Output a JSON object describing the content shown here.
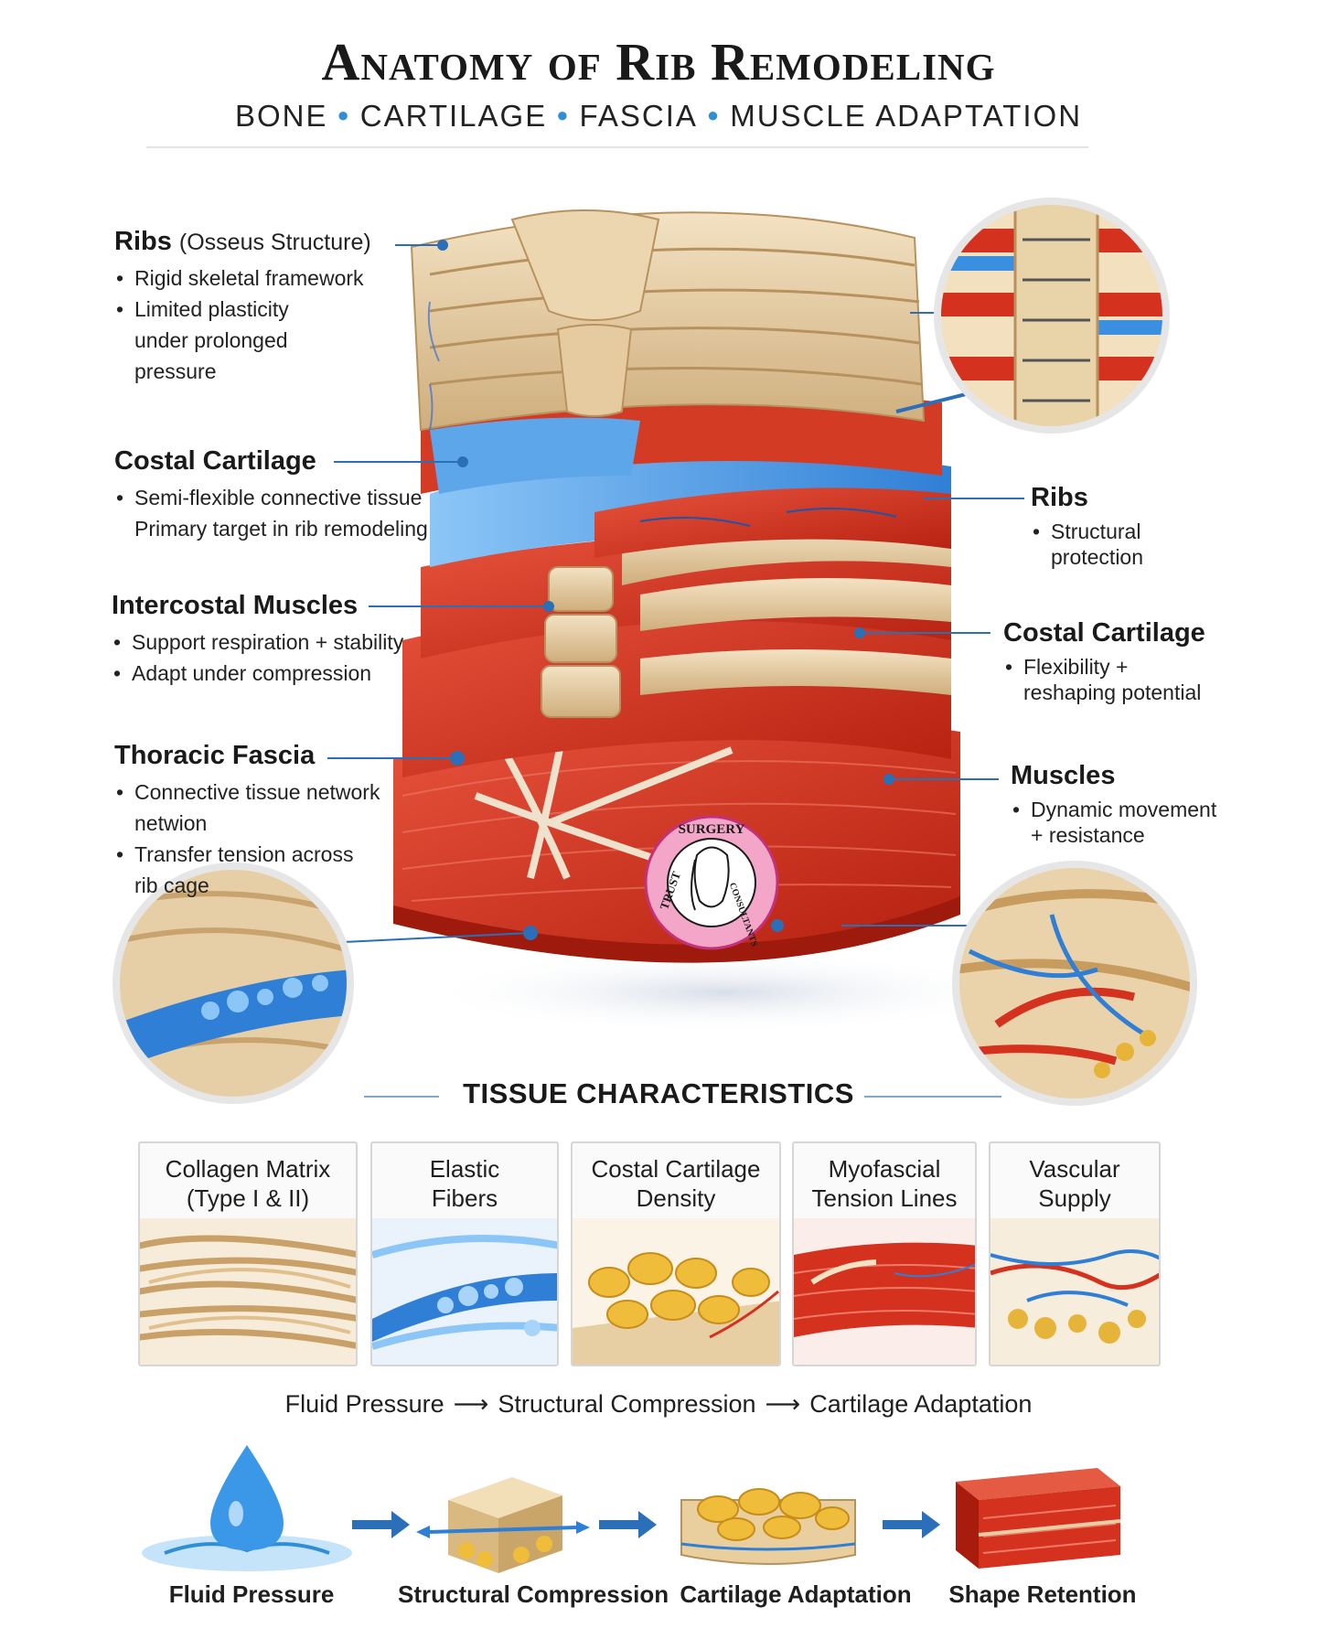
{
  "header": {
    "title": "Anatomy of Rib Remodeling",
    "subtitle_parts": [
      "BONE",
      "CARTILAGE",
      "FASCIA",
      "MUSCLE ADAPTATION"
    ]
  },
  "left_labels": [
    {
      "title": "Ribs",
      "subtitle": "(Osseus Structure)",
      "bullets": [
        {
          "text": "Rigid skeletal framework",
          "bullet": true
        },
        {
          "text": "Limited plasticity",
          "bullet": true
        },
        {
          "text": "under prolonged",
          "bullet": false
        },
        {
          "text": "pressure",
          "bullet": false
        }
      ]
    },
    {
      "title": "Costal Cartilage",
      "subtitle": "",
      "bullets": [
        {
          "text": "Semi-flexible connective tissue",
          "bullet": true
        },
        {
          "text": "Primary target in rib remodeling",
          "bullet": false
        }
      ]
    },
    {
      "title": "Intercostal Muscles",
      "subtitle": "",
      "bullets": [
        {
          "text": "Support respiration + stability",
          "bullet": true
        },
        {
          "text": "Adapt under compression",
          "bullet": true
        }
      ]
    },
    {
      "title": "Thoracic Fascia",
      "subtitle": "",
      "bullets": [
        {
          "text": "Connective tissue network",
          "bullet": true
        },
        {
          "text": "netwion",
          "bullet": false
        },
        {
          "text": "Transfer tension across",
          "bullet": true
        },
        {
          "text": "rib cage",
          "bullet": false
        }
      ]
    }
  ],
  "right_labels": [
    {
      "title": "Ribs",
      "bullets": [
        {
          "text": "Structural",
          "bullet": true
        },
        {
          "text": "protection",
          "bullet": false
        }
      ]
    },
    {
      "title": "Costal Cartilage",
      "bullets": [
        {
          "text": "Flexibility +",
          "bullet": true
        },
        {
          "text": "reshaping potential",
          "bullet": false
        }
      ]
    },
    {
      "title": "Muscles",
      "bullets": [
        {
          "text": "Dynamic movement",
          "bullet": true
        },
        {
          "text": "+ resistance",
          "bullet": false
        }
      ]
    }
  ],
  "stamp": {
    "top_text": "SURGERY",
    "right_text": "CONSULTANTS",
    "left_text": "TRUST"
  },
  "tissue_section": {
    "title": "TISSUE CHARACTERISTICS",
    "cards": [
      {
        "line1": "Collagen Matrix",
        "line2": "(Type I & II)"
      },
      {
        "line1": "Elastic",
        "line2": "Fibers"
      },
      {
        "line1": "Costal Cartilage",
        "line2": "Density"
      },
      {
        "line1": "Myofascial",
        "line2": "Tension Lines"
      },
      {
        "line1": "Vascular",
        "line2": "Supply"
      }
    ]
  },
  "flow": {
    "steps": [
      "Fluid Pressure",
      "Structural Compression",
      "Cartilage Adaptation"
    ],
    "arrow": "⟶"
  },
  "process": {
    "captions": [
      "Fluid Pressure",
      "Structural Compression",
      "Cartilage Adaptation",
      "Shape Retention"
    ]
  },
  "colors": {
    "bone": "#e3c9a0",
    "muscle": "#d4321f",
    "cartilage_blue": "#3a8fe0",
    "leader": "#2a6fb8",
    "stamp_pink": "#f3a6c8"
  }
}
